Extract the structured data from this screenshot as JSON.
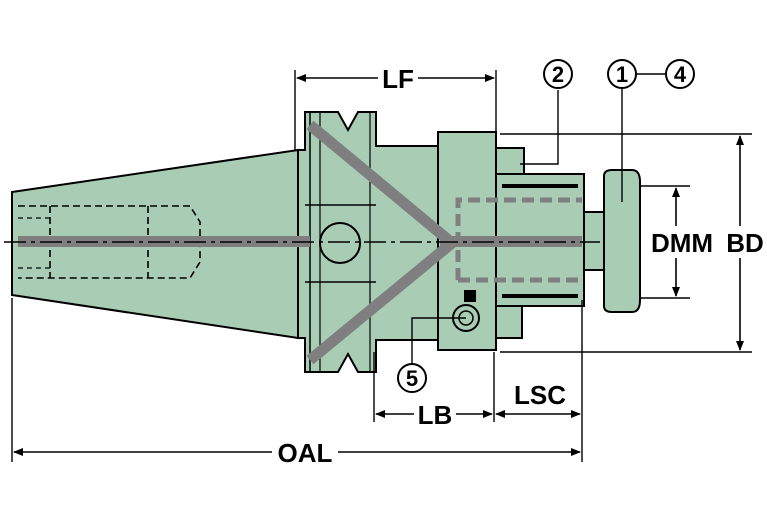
{
  "colors": {
    "body_fill": "#a9cdb4",
    "outline": "#000000",
    "stripe": "#7f7f7f",
    "background": "#ffffff"
  },
  "dimensions": {
    "lf": "LF",
    "lb": "LB",
    "lsc": "LSC",
    "oal": "OAL",
    "dmm": "DMM",
    "bd": "BD"
  },
  "callouts": {
    "c1": "1",
    "c2": "2",
    "c4": "4",
    "c5": "5"
  }
}
